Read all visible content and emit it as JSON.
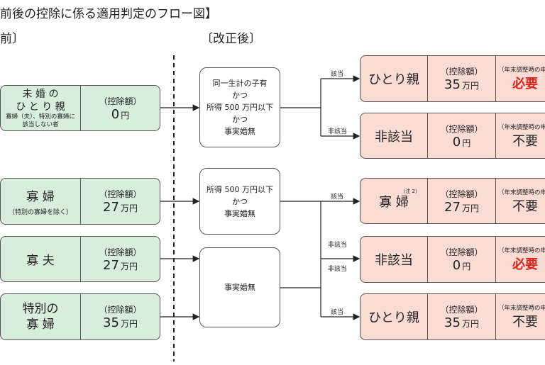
{
  "title": "前後の控除に係る適用判定のフロー図】",
  "headers": {
    "before": "前〕",
    "after": "〔改正後〕"
  },
  "before": [
    {
      "name_lines": [
        "未 婚 の",
        "ひ と り 親"
      ],
      "note": "寡婦（夫）、特別の寡婦に該当しない者",
      "deduct_label": "（控除額）",
      "amount": "0",
      "unit": "円"
    },
    {
      "name_lines": [
        "寡 婦"
      ],
      "note": "（特別の寡婦を除く）",
      "deduct_label": "（控除額）",
      "amount": "27",
      "unit": "万円"
    },
    {
      "name_lines": [
        "寡 夫"
      ],
      "note": "",
      "deduct_label": "（控除額）",
      "amount": "27",
      "unit": "万円"
    },
    {
      "name_lines": [
        "特別の",
        "寡 婦"
      ],
      "note": "",
      "deduct_label": "（控除額）",
      "amount": "35",
      "unit": "万円"
    }
  ],
  "conditions": [
    {
      "lines": [
        "同一生計の子有",
        "かつ",
        "所得 500 万円以下",
        "かつ",
        "事実婚無"
      ]
    },
    {
      "lines": [
        "所得 500 万円以下",
        "かつ",
        "事実婚無"
      ]
    },
    {
      "lines": [
        "事実婚無"
      ]
    }
  ],
  "branch_labels": [
    "該当",
    "非該当",
    "該当",
    "非該当",
    "非該当",
    "該当"
  ],
  "after": [
    {
      "name": "ひとり親",
      "note": "",
      "deduct_label": "（控除額）",
      "amount": "35",
      "unit": "万円",
      "year_end": "（年末調整時の申",
      "decl": "必要",
      "highlight": true
    },
    {
      "name": "非該当",
      "note": "",
      "deduct_label": "（控除額）",
      "amount": "0",
      "unit": "円",
      "year_end": "（年末調整時の申",
      "decl": "不要",
      "highlight": false
    },
    {
      "name": "寡 婦",
      "note": "（注 2）",
      "deduct_label": "（控除額）",
      "amount": "27",
      "unit": "万円",
      "year_end": "（年末調整時の申",
      "decl": "不要",
      "highlight": false
    },
    {
      "name": "非該当",
      "note": "",
      "deduct_label": "（控除額）",
      "amount": "0",
      "unit": "円",
      "year_end": "（年末調整時の申",
      "decl": "必要",
      "highlight": true
    },
    {
      "name": "ひとり親",
      "note": "",
      "deduct_label": "（控除額）",
      "amount": "35",
      "unit": "万円",
      "year_end": "（年末調整時の申",
      "decl": "不要",
      "highlight": false
    }
  ]
}
